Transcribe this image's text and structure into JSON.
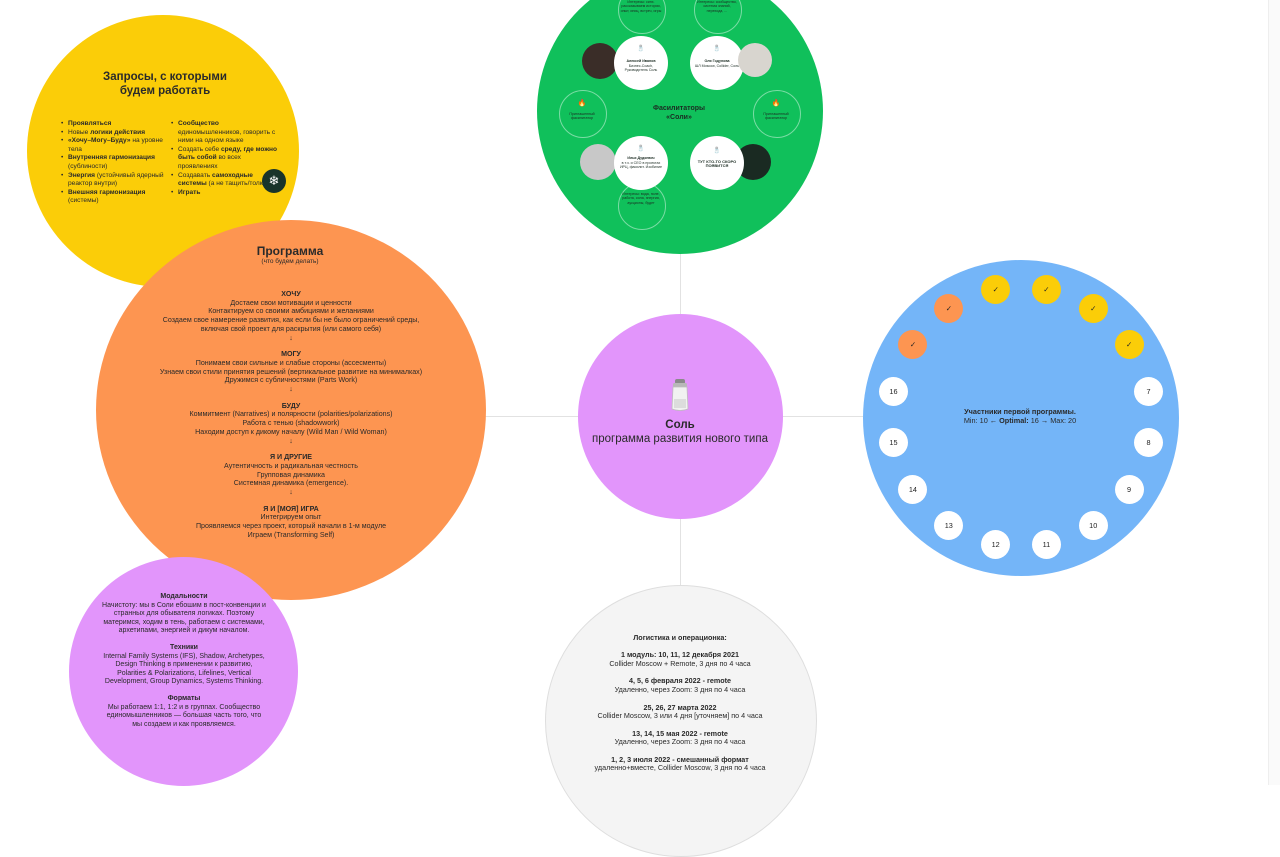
{
  "requests": {
    "title": "Запросы, с которыми будем работать",
    "left_items": [
      [
        {
          "t": "Проявляться",
          "b": true
        }
      ],
      [
        {
          "t": "Новые ",
          "b": false
        },
        {
          "t": "логики действия",
          "b": true
        }
      ],
      [
        {
          "t": "«Хочу–Могу–Буду»",
          "b": true
        },
        {
          "t": " на уровне тела",
          "b": false
        }
      ],
      [
        {
          "t": "Внутренняя гармонизация",
          "b": true
        },
        {
          "t": " (сублиности)",
          "b": false
        }
      ],
      [
        {
          "t": "Энергия",
          "b": true
        },
        {
          "t": " (устойчивый ядерный реактор внутри)",
          "b": false
        }
      ],
      [
        {
          "t": "Внешняя гармонизация",
          "b": true
        },
        {
          "t": " (системы)",
          "b": false
        }
      ]
    ],
    "right_items": [
      [
        {
          "t": "Сообщество",
          "b": true
        },
        {
          "t": " единомышленников, говорить с ними на одном языке",
          "b": false
        }
      ],
      [
        {
          "t": "Создать себе ",
          "b": false
        },
        {
          "t": "среду, где можно быть собой",
          "b": true
        },
        {
          "t": " во всех проявлениях",
          "b": false
        }
      ],
      [
        {
          "t": "Создавать ",
          "b": false
        },
        {
          "t": "самоходные системы",
          "b": true
        },
        {
          "t": " (а не тащить/толкать)",
          "b": false
        }
      ],
      [
        {
          "t": "Играть",
          "b": true
        }
      ]
    ],
    "snowflake_icon": "snowflake-icon",
    "snowflake_glyph": "❄"
  },
  "facilitators": {
    "title": "Фасилитаторы «Соли»",
    "persons": [
      {
        "name": "Алексей Иванов",
        "desc": "Бизнес-Coach, Руководитель Соль"
      },
      {
        "name": "Оля Годунова",
        "desc": "ШЛ Moscow, Collider, Соль"
      },
      {
        "name": "Илья Дудкевич",
        "desc": "в т.ч. и CEO в проектах ИРЦ, фасилит. Изобилие"
      },
      {
        "name": "",
        "desc": "ТУТ КТО-ТО СКОРО ПОЯВИТСЯ"
      }
    ],
    "top_notes": [
      "Интересы: синх. рассказываем истории, опыт, иниц. встреч, игры",
      "Интересы: сообщество, система знаний, перехода, ..."
    ],
    "bottom_note": "Интересы: вода, поле, работа, сила, энергия, аукционы, будет",
    "guest_labels": [
      "Приглашенный фасилитатор",
      "Приглашенный фасилитатор"
    ],
    "fire_glyph": "🔥",
    "salt_glyph": "🧂"
  },
  "program": {
    "title": "Программа",
    "subtitle": "(что будем делать)",
    "sections": [
      {
        "heading": "ХОЧУ",
        "lines": [
          "Достаем свои мотивации и ценности",
          "Контактируем со своими амбициями и желаниями",
          "Создаем свое намерение развития, как если бы не было ограничений среды, включая свой проект для раскрытия (или самого себя)"
        ]
      },
      {
        "heading": "МОГУ",
        "lines": [
          "Понимаем свои сильные и слабые стороны (ассесменты)",
          "Узнаем свои стили принятия решений (вертикальное развитие на минималках)",
          "Дружимся с субличностями (Parts Work)"
        ]
      },
      {
        "heading": "БУДУ",
        "lines": [
          "Коммитмент (Narratives) и полярности (polarities/polarizations)",
          "Работа с тенью (shadowwork)",
          "Находим доступ к дикому началу (Wild Man / Wild Woman)"
        ]
      },
      {
        "heading": "Я И ДРУГИЕ",
        "lines": [
          "Аутентичность и радикальная честность",
          "Групповая динамика",
          "Системная динамика (emergence)."
        ]
      },
      {
        "heading": "Я И [МОЯ] ИГРА",
        "lines": [
          "Интегрируем опыт",
          "Проявляемся через проект, который начали в 1-м модуле",
          "Играем (Transforming Self)"
        ]
      }
    ],
    "arrow": "↓"
  },
  "modality": {
    "sections": [
      {
        "heading": "Модальности",
        "text": "Начистоту: мы в Соли ебошим в пост-конвенции и странных для обывателя логиках. Поэтому материмся, ходим в тень, работаем с системами, архетипами, энергией и дикум началом."
      },
      {
        "heading": "Техники",
        "text": "Internal Family Systems (IFS), Shadow, Archetypes, Design Thinking в применении к развитию, Polarities & Polarizations, Lifelines, Vertical Development, Group Dynamics, Systems Thinking."
      },
      {
        "heading": "Форматы",
        "text": "Мы работаем 1:1, 1:2 и в группах. Сообщество единомышленников — большая часть того, что мы создаем и как проявляемся."
      }
    ]
  },
  "center": {
    "title": "Соль",
    "subtitle": "программа развития нового типа"
  },
  "participants": {
    "title": "Участники первой программы.",
    "sub_prefix": "Min: 10 ← ",
    "sub_bold": "Optimal:",
    "sub_suffix": " 16 → Max: 20",
    "check": "✓",
    "filled": [
      {
        "color": "orange",
        "order": 1
      },
      {
        "color": "orange",
        "order": 2
      },
      {
        "color": "yellow",
        "order": 3
      },
      {
        "color": "yellow",
        "order": 4
      },
      {
        "color": "yellow",
        "order": 5
      },
      {
        "color": "yellow",
        "order": 6
      }
    ],
    "empty": [
      "7",
      "8",
      "9",
      "10",
      "11",
      "12",
      "13",
      "14",
      "15",
      "16"
    ]
  },
  "logistics": {
    "title": "Логистика и операционка:",
    "items": [
      {
        "heading": "1 модуль: 10, 11, 12 декабря 2021",
        "text": "Collider Moscow + Remote, 3 дня по 4 часа"
      },
      {
        "heading": "4, 5, 6 февраля 2022 - remote",
        "text": "Удаленно, через Zoom: 3 дня по 4 часа"
      },
      {
        "heading": "25, 26, 27 марта 2022",
        "text": "Collider Moscow, 3 или 4 дня [уточняем] по 4 часа"
      },
      {
        "heading": "13, 14, 15 мая 2022 - remote",
        "text": "Удаленно, через Zoom: 3 дня по 4 часа"
      },
      {
        "heading": "1, 2, 3 июля 2022 - смешанный формат",
        "text": "удаленно+вместе, Collider Moscow, 3 дня по 4 часа"
      }
    ]
  },
  "colors": {
    "yellow": "#fbcd08",
    "green": "#10c05b",
    "orange": "#fd9551",
    "pink": "#e295fb",
    "blue": "#74b5f8",
    "grey": "#f4f4f4"
  }
}
